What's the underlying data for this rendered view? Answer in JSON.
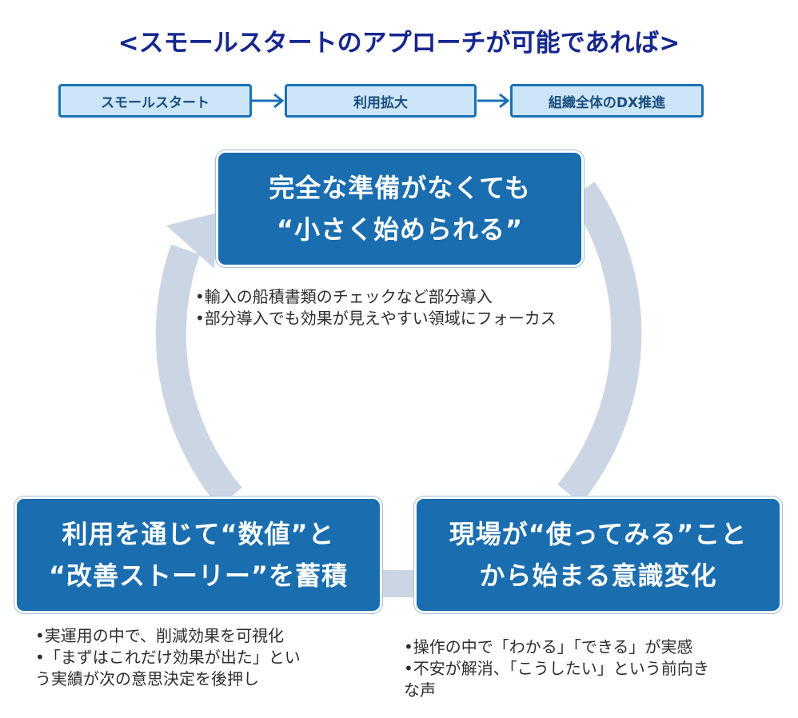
{
  "title": "<スモールスタートのアプローチが可能であれば>",
  "steps": [
    {
      "label": "スモールスタート"
    },
    {
      "label": "利用拡大"
    },
    {
      "label": "組織全体のDX推進"
    }
  ],
  "cycle": {
    "top": {
      "lines": [
        "完全な準備がなくても",
        "“小さく始められる”"
      ],
      "notes": [
        "•輸入の船積書類のチェックなど部分導入",
        "•部分導入でも効果が見えやすい領域にフォーカス"
      ]
    },
    "right": {
      "lines": [
        "現場が“使ってみる”こと",
        "から始まる意識変化"
      ],
      "notes": [
        "•操作の中で「わかる」「できる」が実感",
        "•不安が解消、「こうしたい」という前向き",
        "な声"
      ]
    },
    "left": {
      "lines": [
        "利用を通じて“数値”と",
        "“改善ストーリー”を蓄積"
      ],
      "notes": [
        "•実運用の中で、削減効果を可視化",
        "•「まずはこれだけ効果が出た」とい",
        "う実績が次の意思決定を後押し"
      ]
    }
  },
  "colors": {
    "title": "#16268e",
    "step_border": "#1a70b4",
    "step_fill": "#cde6f7",
    "box_fill": "#1a6daf",
    "cycle_ring": "#ccd5e3"
  }
}
